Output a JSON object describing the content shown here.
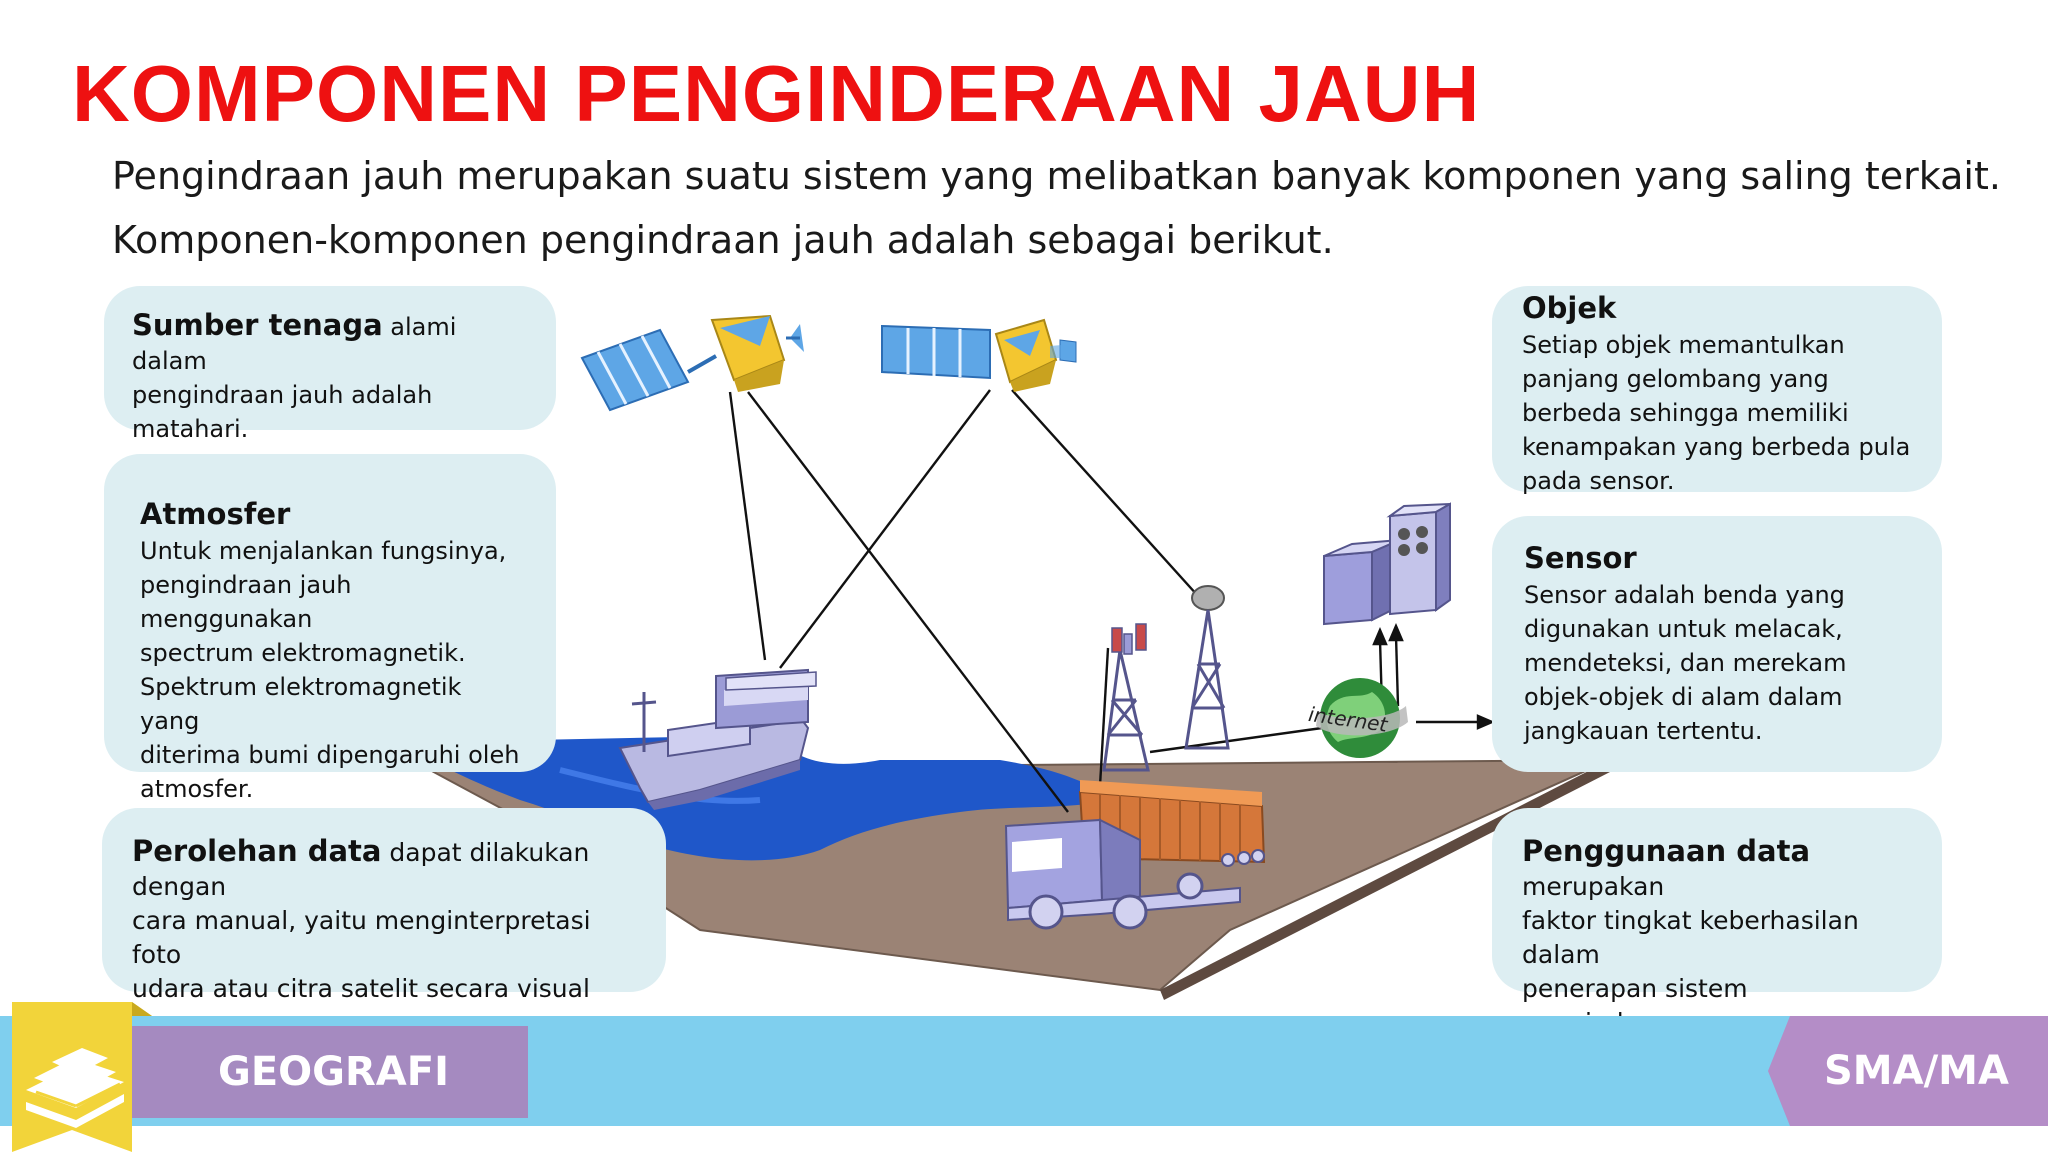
{
  "title": "KOMPONEN PENGINDERAAN JAUH",
  "intro": {
    "line1": "Pengindraan jauh merupakan suatu sistem yang melibatkan banyak komponen yang saling terkait.",
    "line2": "Komponen-komponen pengindraan jauh adalah sebagai berikut."
  },
  "cards": {
    "sumber": {
      "head": "Sumber tenaga",
      "text": " alami dalam\npengindraan jauh adalah\nmatahari."
    },
    "atmosfer": {
      "head": "Atmosfer",
      "text": "Untuk menjalankan fungsinya,\npengindraan jauh menggunakan\nspectrum elektromagnetik.\nSpektrum elektromagnetik yang\nditerima bumi dipengaruhi oleh\natmosfer."
    },
    "perolehan": {
      "head": "Perolehan data",
      "text": " dapat dilakukan dengan\ncara manual, yaitu menginterpretasi foto\nudara atau citra satelit secara visual dan\nnumerik atau digital."
    },
    "objek": {
      "head": "Objek",
      "text": "Setiap objek memantulkan\npanjang gelombang yang\nberbeda sehingga memiliki\nkenampakan yang berbeda pula\npada sensor."
    },
    "sensor": {
      "head": "Sensor",
      "text": "Sensor adalah benda yang\ndigunakan untuk melacak,\nmendeteksi, dan merekam\nobjek-objek di alam dalam\njangkauan tertentu."
    },
    "penggunaan": {
      "head": "Penggunaan data",
      "text": " merupakan\nfaktor tingkat keberhasilan dalam\npenerapan sistem pengindraan\njauh."
    }
  },
  "illustration": {
    "globe_label": "internet"
  },
  "footer": {
    "subject": "GEOGRAFI",
    "level": "SMA/MA"
  },
  "colors": {
    "title": "#ee1111",
    "card_bg": "#ddeef2",
    "footer_bar": "#7fcfee",
    "footer_purple": "#a58ac0",
    "logo_yellow": "#f2d43a"
  },
  "icons": [
    "satellite-icon",
    "ship-icon",
    "truck-icon",
    "radio-tower-icon",
    "satellite-dish-icon",
    "server-icon",
    "globe-icon",
    "book-logo-icon"
  ]
}
